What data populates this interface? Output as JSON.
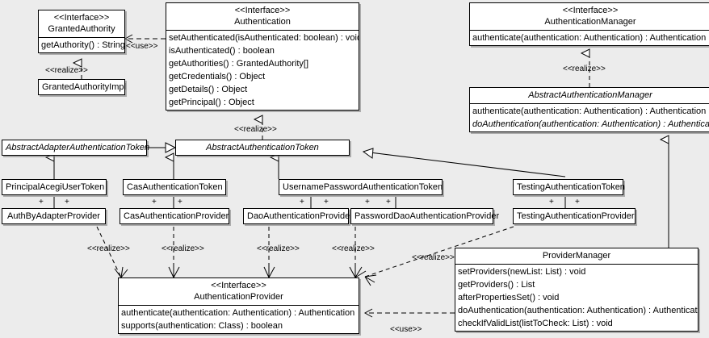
{
  "diagram": {
    "type": "uml-class-diagram",
    "background_color": "#ececec",
    "box_fill": "#ffffff",
    "line_color": "#000000",
    "stereotype_interface": "<<Interface>>",
    "stereotype_realize": "<<realize>>",
    "stereotype_use": "<<use>>",
    "multiplicity_marker": "+"
  },
  "classes": {
    "granted_authority": {
      "stereotype": "<<Interface>>",
      "name": "GrantedAuthority",
      "operations": [
        "getAuthority() : String"
      ]
    },
    "granted_authority_impl": {
      "name": "GrantedAuthorityImpl",
      "operations": []
    },
    "authentication": {
      "stereotype": "<<Interface>>",
      "name": "Authentication",
      "operations": [
        "setAuthenticated(isAuthenticated: boolean) : void",
        "isAuthenticated() : boolean",
        "getAuthorities() : GrantedAuthority[]",
        "getCredentials() : Object",
        "getDetails() : Object",
        "getPrincipal() : Object"
      ]
    },
    "authentication_manager": {
      "stereotype": "<<Interface>>",
      "name": "AuthenticationManager",
      "operations": [
        "authenticate(authentication: Authentication) : Authentication"
      ]
    },
    "abstract_authentication_manager": {
      "name": "AbstractAuthenticationManager",
      "operations": [
        "authenticate(authentication: Authentication) : Authentication",
        "doAuthentication(authentication: Authentication) : Authentication"
      ],
      "abstract_operations": [
        false,
        true
      ]
    },
    "abstract_adapter_authentication_token": {
      "name": "AbstractAdapterAuthenticationToken",
      "operations": []
    },
    "abstract_authentication_token": {
      "name": "AbstractAuthenticationToken",
      "operations": []
    },
    "principal_acegi_user_token": {
      "name": "PrincipalAcegiUserToken",
      "operations": []
    },
    "cas_authentication_token": {
      "name": "CasAuthenticationToken",
      "operations": []
    },
    "username_password_authentication_token": {
      "name": "UsernamePasswordAuthenticationToken",
      "operations": []
    },
    "testing_authentication_token": {
      "name": "TestingAuthenticationToken",
      "operations": []
    },
    "auth_by_adapter_provider": {
      "name": "AuthByAdapterProvider",
      "operations": []
    },
    "cas_authentication_provider": {
      "name": "CasAuthenticationProvider",
      "operations": []
    },
    "dao_authentication_provider": {
      "name": "DaoAuthenticationProvider",
      "operations": []
    },
    "password_dao_authentication_provider": {
      "name": "PasswordDaoAuthenticationProvider",
      "operations": []
    },
    "testing_authentication_provider": {
      "name": "TestingAuthenticationProvider",
      "operations": []
    },
    "authentication_provider": {
      "stereotype": "<<Interface>>",
      "name": "AuthenticationProvider",
      "operations": [
        "authenticate(authentication: Authentication) : Authentication",
        "supports(authentication: Class) : boolean"
      ]
    },
    "provider_manager": {
      "name": "ProviderManager",
      "operations": [
        "setProviders(newList: List) : void",
        "getProviders() : List",
        "afterPropertiesSet() : void",
        "doAuthentication(authentication: Authentication) : Authentication",
        "checkIfValidList(listToCheck: List) : void"
      ]
    }
  },
  "edge_labels": {
    "use_granted_authority": "<<use>>",
    "realize_granted_authority_impl": "<<realize>>",
    "realize_abstract_auth_manager": "<<realize>>",
    "realize_abstract_auth_token": "<<realize>>",
    "realize_auth_by_adapter": "<<realize>>",
    "realize_cas_provider": "<<realize>>",
    "realize_dao_provider": "<<realize>>",
    "realize_password_dao_provider": "<<realize>>",
    "realize_provider_manager": "<<realize>>",
    "use_provider_manager": "<<use>>"
  },
  "multiplicities": {
    "principal_acegi": [
      "+",
      "+"
    ],
    "cas_token": [
      "+",
      "+"
    ],
    "username_password_token": [
      "+",
      "+",
      "+",
      "+"
    ],
    "testing_token": [
      "+",
      "+"
    ]
  }
}
